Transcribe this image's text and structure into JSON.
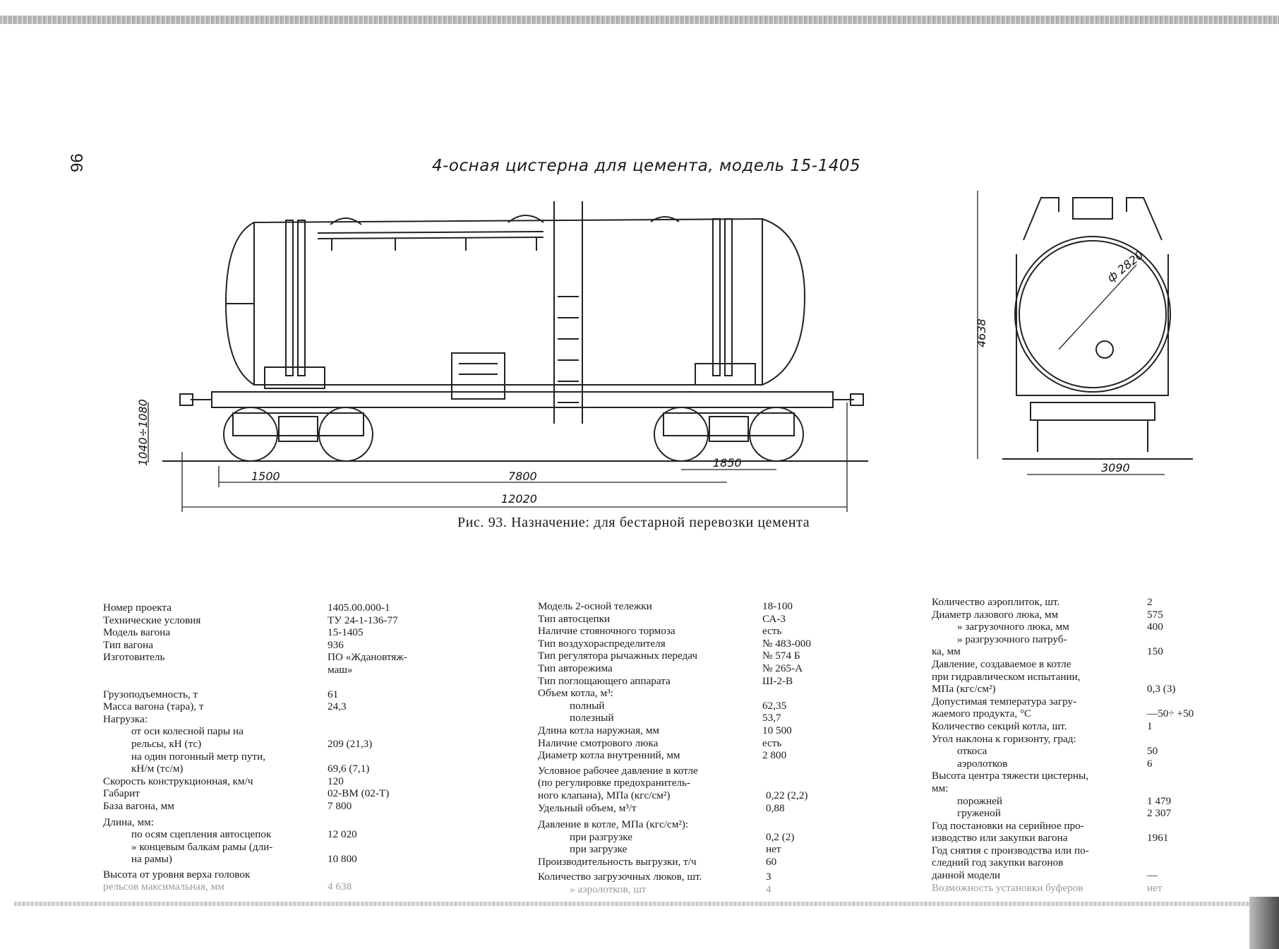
{
  "page": {
    "number": "96",
    "drawing_title": "4-осная цистерна для цемента, модель 15-1405",
    "caption": "Рис. 93. Назначение: для бестарной перевозки цемента"
  },
  "dimensions": {
    "height_range": "1040÷1080",
    "bogie_offset": "1500",
    "bogie_centers": "7800",
    "wheelbase": "1850",
    "coupler_length": "12020",
    "height": "4638",
    "diameter": "ф 2820",
    "width": "3090"
  },
  "specs_col1": [
    {
      "label": "Номер проекта",
      "value": "1405.00.000-1"
    },
    {
      "label": "Технические условия",
      "value": "ТУ 24-1-136-77"
    },
    {
      "label": "Модель вагона",
      "value": "15-1405"
    },
    {
      "label": "Тип вагона",
      "value": "936"
    },
    {
      "label": "Изготовитель",
      "value": "ПО «Ждановтяж-"
    },
    {
      "label": "",
      "value": "маш»"
    },
    {
      "label": "Грузоподъемность, т",
      "value": "61"
    },
    {
      "label": "Масса вагона (тара), т",
      "value": "24,3"
    },
    {
      "label": "Нагрузка:",
      "value": ""
    },
    {
      "label": "от оси колесной пары на",
      "value": ""
    },
    {
      "label": "рельсы, кН (тс)",
      "value": "209 (21,3)"
    },
    {
      "label": "на один погонный метр пути,",
      "value": ""
    },
    {
      "label": "кН/м (тс/м)",
      "value": "69,6 (7,1)"
    },
    {
      "label": "Скорость конструкционная, км/ч",
      "value": "120"
    },
    {
      "label": "Габарит",
      "value": "02-ВМ (02-Т)"
    },
    {
      "label": "База вагона, мм",
      "value": "7 800"
    },
    {
      "label": "Длина, мм:",
      "value": ""
    },
    {
      "label": "по осям сцепления автосцепок",
      "value": "12 020"
    },
    {
      "label": "» концевым балкам рамы (дли-",
      "value": ""
    },
    {
      "label": "на рамы)",
      "value": "10 800"
    },
    {
      "label": "Высота от уровня верха головок",
      "value": ""
    },
    {
      "label": "рельсов максимальная, мм",
      "value": "4 638"
    }
  ],
  "specs_col2": [
    {
      "label": "Модель 2-осной тележки",
      "value": "18-100"
    },
    {
      "label": "Тип автосцепки",
      "value": "СА-3"
    },
    {
      "label": "Наличие стояночного тормоза",
      "value": "есть"
    },
    {
      "label": "Тип воздухораспределителя",
      "value": "№ 483-000"
    },
    {
      "label": "Тип регулятора рычажных передач",
      "value": "№ 574 Б"
    },
    {
      "label": "Тип авторежима",
      "value": "№ 265-А"
    },
    {
      "label": "Тип поглощающего аппарата",
      "value": "Ш-2-В"
    },
    {
      "label": "Объем котла, м³:",
      "value": ""
    },
    {
      "label": "полный",
      "value": "62,35"
    },
    {
      "label": "полезный",
      "value": "53,7"
    },
    {
      "label": "Длина котла наружная, мм",
      "value": "10 500"
    },
    {
      "label": "Наличие смотрового люка",
      "value": "есть"
    },
    {
      "label": "Диаметр котла внутренний, мм",
      "value": "2 800"
    },
    {
      "label": "Условное рабочее давление в котле",
      "value": ""
    },
    {
      "label": "(по регулировке предохранитель-",
      "value": ""
    },
    {
      "label": "ного клапана), МПа (кгс/см²)",
      "value": "0,22 (2,2)"
    },
    {
      "label": "Удельный объем, м³/т",
      "value": "0,88"
    },
    {
      "label": "Давление в котле, МПа (кгс/см²):",
      "value": ""
    },
    {
      "label": "при разгрузке",
      "value": "0,2 (2)"
    },
    {
      "label": "при загрузке",
      "value": "нет"
    },
    {
      "label": "Производительность выгрузки, т/ч",
      "value": "60"
    },
    {
      "label": "Количество загрузочных люков, шт.",
      "value": "3"
    },
    {
      "label": "» аэролотков, шт",
      "value": "4"
    }
  ],
  "specs_col3": [
    {
      "label": "Количество аэроплиток, шт.",
      "value": "2"
    },
    {
      "label": "Диаметр лазового люка, мм",
      "value": "575"
    },
    {
      "label": "» загрузочного люка, мм",
      "value": "400"
    },
    {
      "label": "» разгрузочного патруб-",
      "value": ""
    },
    {
      "label": "ка, мм",
      "value": "150"
    },
    {
      "label": "Давление, создаваемое в котле",
      "value": ""
    },
    {
      "label": "при гидравлическом испытании,",
      "value": ""
    },
    {
      "label": "МПа (кгс/см²)",
      "value": "0,3 (3)"
    },
    {
      "label": "Допустимая температура загру-",
      "value": ""
    },
    {
      "label": "жаемого продукта, °С",
      "value": "—50÷ +50"
    },
    {
      "label": "Количество секций котла, шт.",
      "value": "1"
    },
    {
      "label": "Угол наклона к горизонту, град:",
      "value": ""
    },
    {
      "label": "откоса",
      "value": "50"
    },
    {
      "label": "аэролотков",
      "value": "6"
    },
    {
      "label": "Высота центра тяжести цистерны,",
      "value": ""
    },
    {
      "label": "мм:",
      "value": ""
    },
    {
      "label": "порожней",
      "value": "1 479"
    },
    {
      "label": "груженой",
      "value": "2 307"
    },
    {
      "label": "Год постановки на серийное про-",
      "value": ""
    },
    {
      "label": "изводство или закупки вагона",
      "value": "1961"
    },
    {
      "label": "Год снятия с производства или по-",
      "value": ""
    },
    {
      "label": "следний год закупки вагонов",
      "value": ""
    },
    {
      "label": "данной модели",
      "value": "—"
    },
    {
      "label": "Возможность установки буферов",
      "value": "нет"
    }
  ]
}
